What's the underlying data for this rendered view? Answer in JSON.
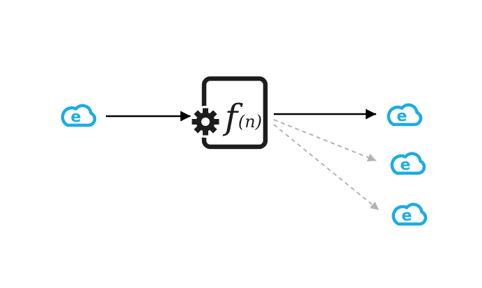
{
  "diagram": {
    "source_event": {
      "letter": "e"
    },
    "function_node": {
      "label_f": "f",
      "label_n": "(n)"
    },
    "targets": [
      {
        "letter": "e"
      },
      {
        "letter": "e"
      },
      {
        "letter": "e"
      }
    ],
    "colors": {
      "event_cloud": "#1BACE3",
      "function_outline": "#1d1d1d",
      "solid_arrow": "#000000",
      "dashed_arrow": "#b3b3b3"
    }
  }
}
